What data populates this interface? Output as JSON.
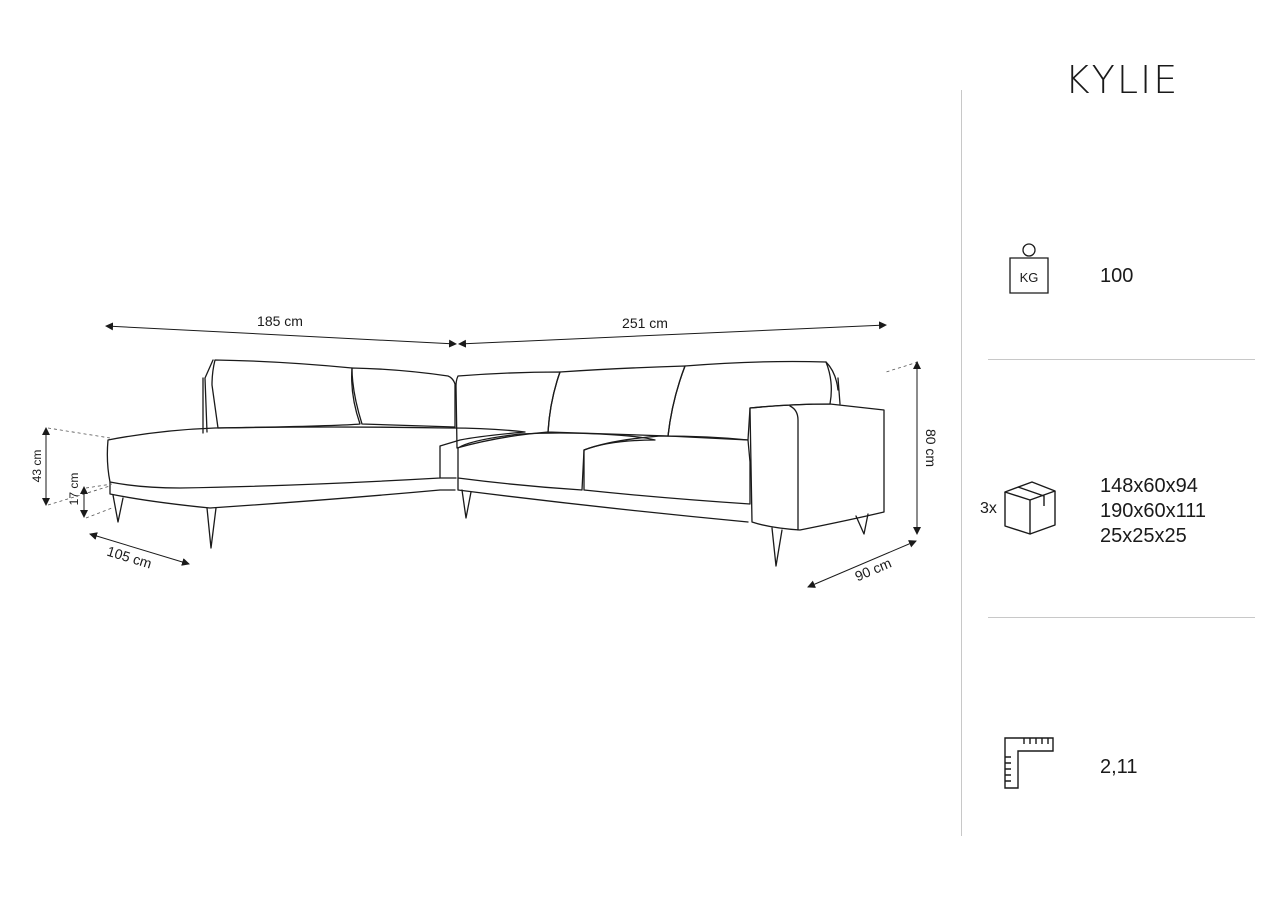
{
  "product": {
    "name": "KYLIE"
  },
  "dimensions": {
    "width_left": "185 cm",
    "width_right": "251 cm",
    "height_total": "80 cm",
    "seat_height": "43 cm",
    "leg_height": "17 cm",
    "depth_chaise": "105 cm",
    "depth_seat": "90 cm"
  },
  "specs": {
    "weight": {
      "icon": "weight-kg-icon",
      "icon_label": "KG",
      "value": "100"
    },
    "packages": {
      "icon": "package-box-icon",
      "count": "3x",
      "sizes": [
        "148x60x94",
        "190x60x111",
        "25x25x25"
      ]
    },
    "area": {
      "icon": "ruler-angle-icon",
      "value": "2,11"
    }
  }
}
